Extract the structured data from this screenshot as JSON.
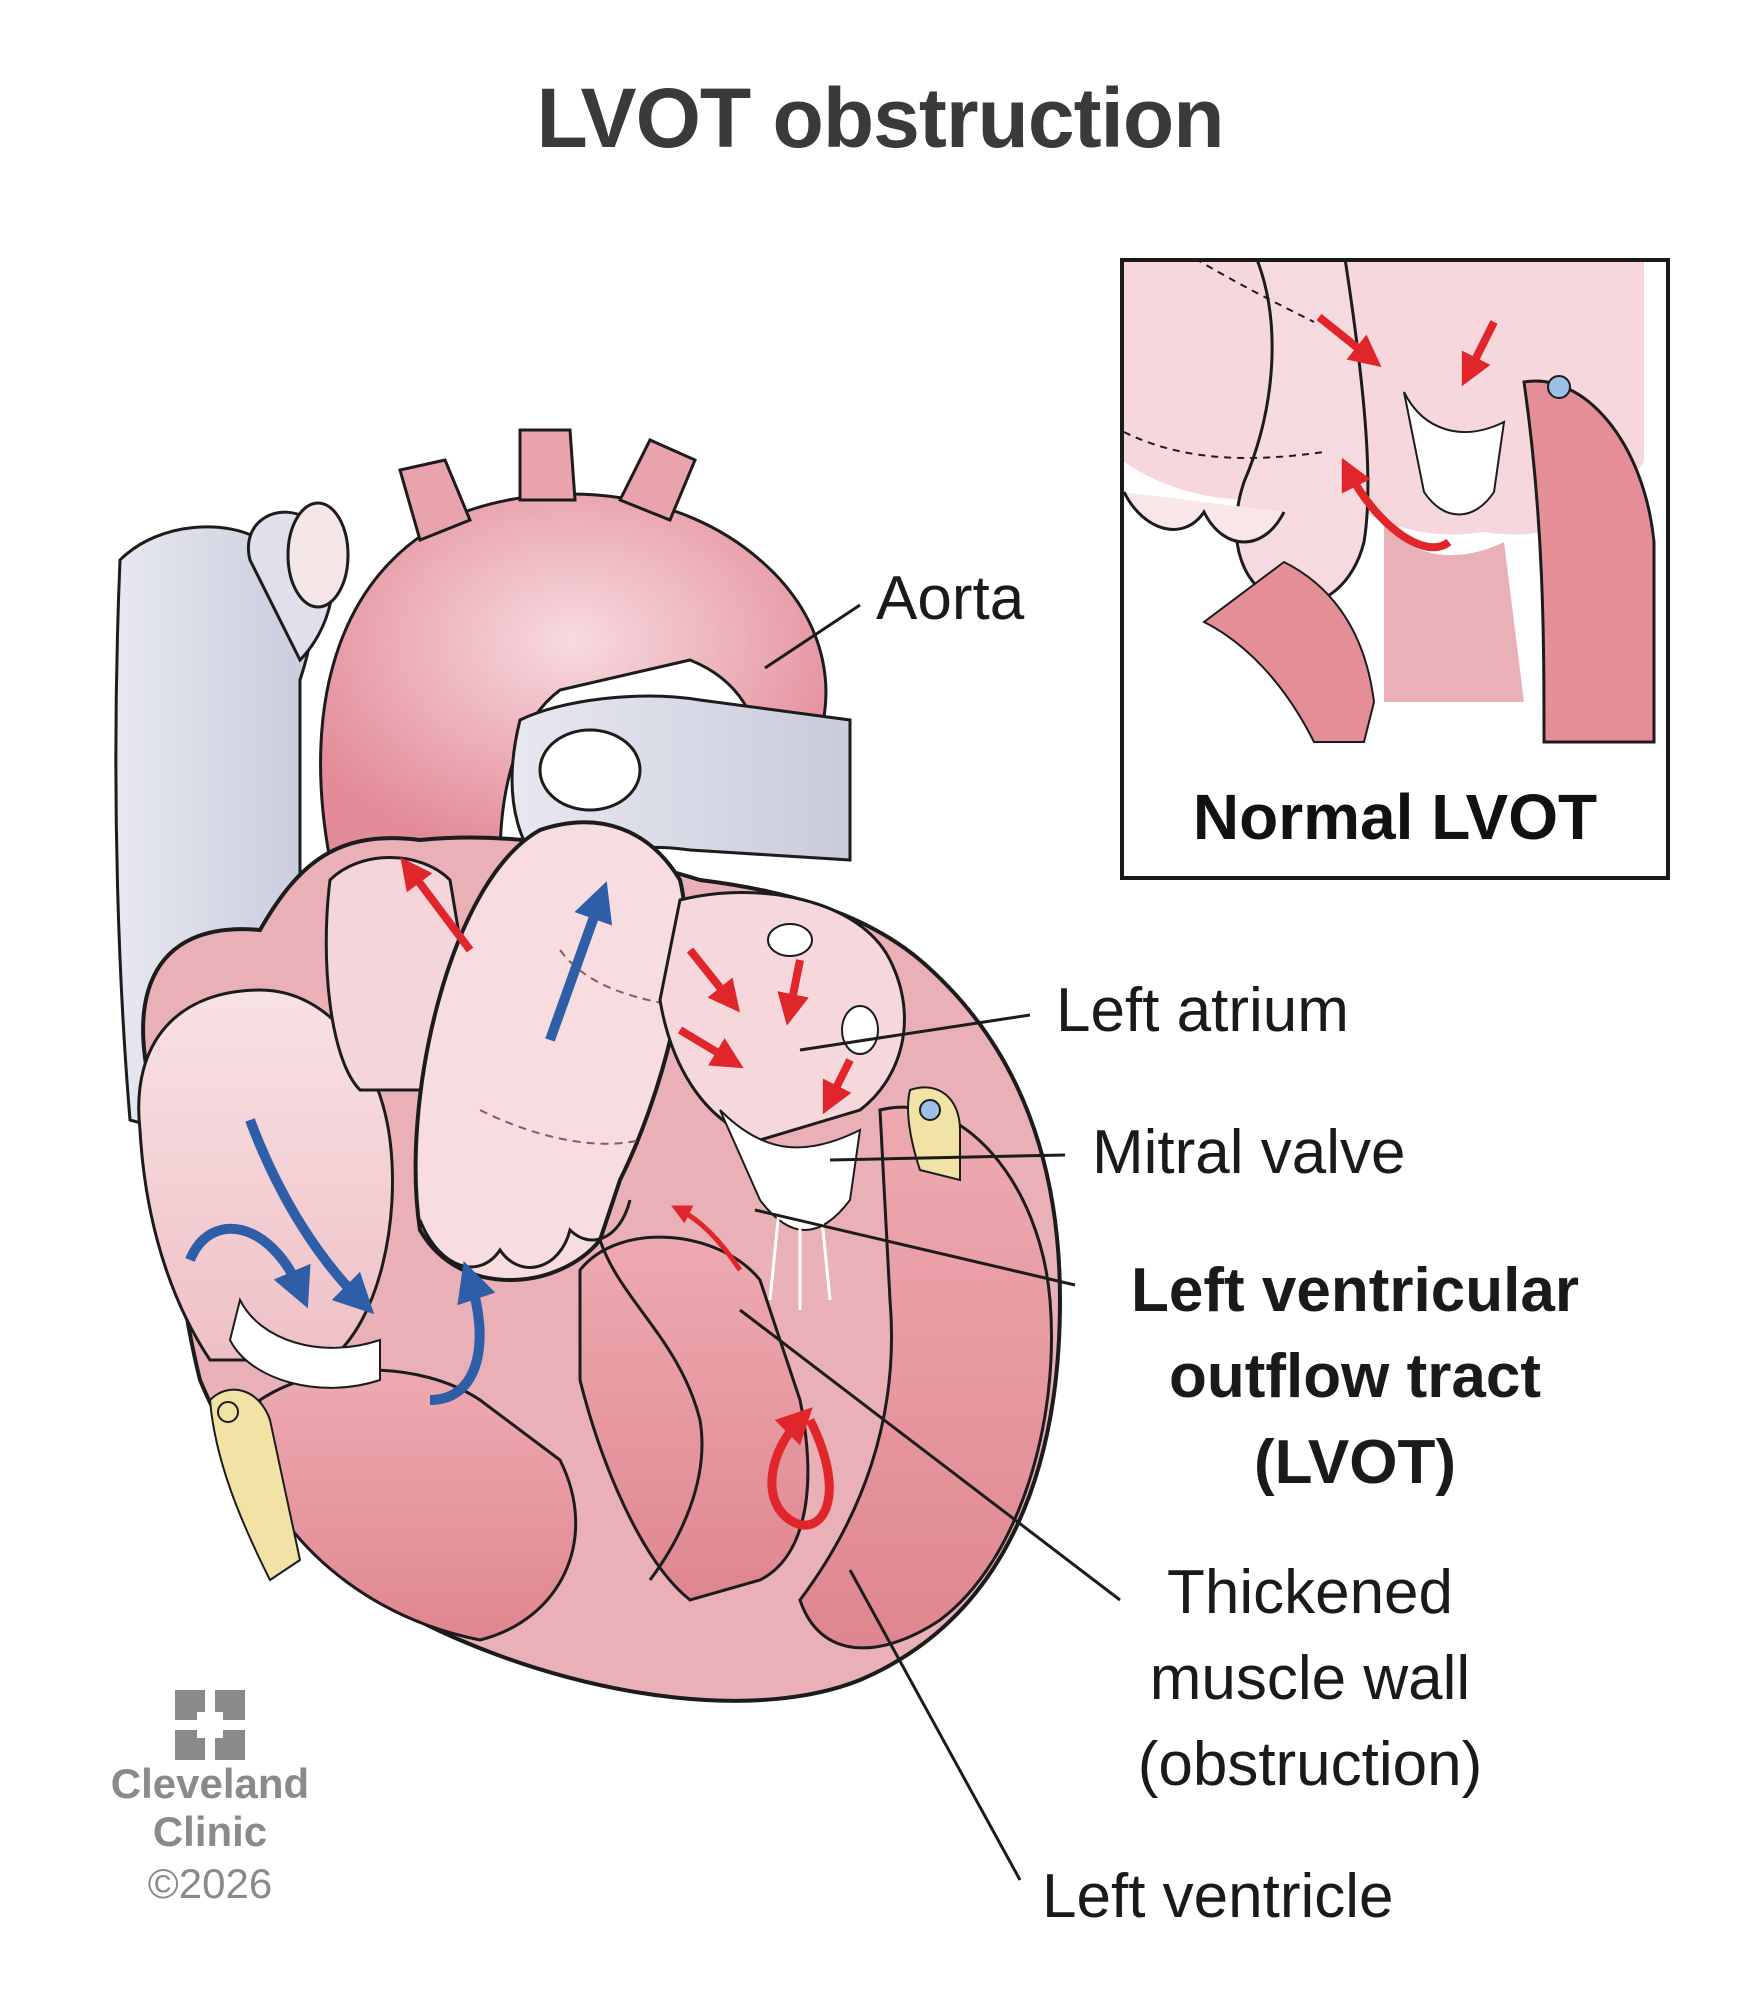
{
  "title": "LVOT obstruction",
  "labels": {
    "aorta": "Aorta",
    "left_atrium": "Left atrium",
    "mitral_valve": "Mitral valve",
    "lvot_line1": "Left ventricular",
    "lvot_line2": "outflow tract",
    "lvot_line3": "(LVOT)",
    "thick_line1": "Thickened",
    "thick_line2": "muscle wall",
    "thick_line3": "(obstruction)",
    "left_ventricle": "Left ventricle"
  },
  "inset": {
    "caption": "Normal LVOT"
  },
  "logo": {
    "line1": "Cleveland",
    "line2": "Clinic",
    "year": "©2026"
  },
  "colors": {
    "tissue_pink": "#e9a3ad",
    "tissue_light": "#f4cfd3",
    "muscle": "#e48f98",
    "vein_gray": "#d9dbe6",
    "arrow_red": "#e0262b",
    "arrow_blue": "#2f5ea8",
    "fat_yellow": "#f1e2a6",
    "outline": "#1c1c1c"
  }
}
